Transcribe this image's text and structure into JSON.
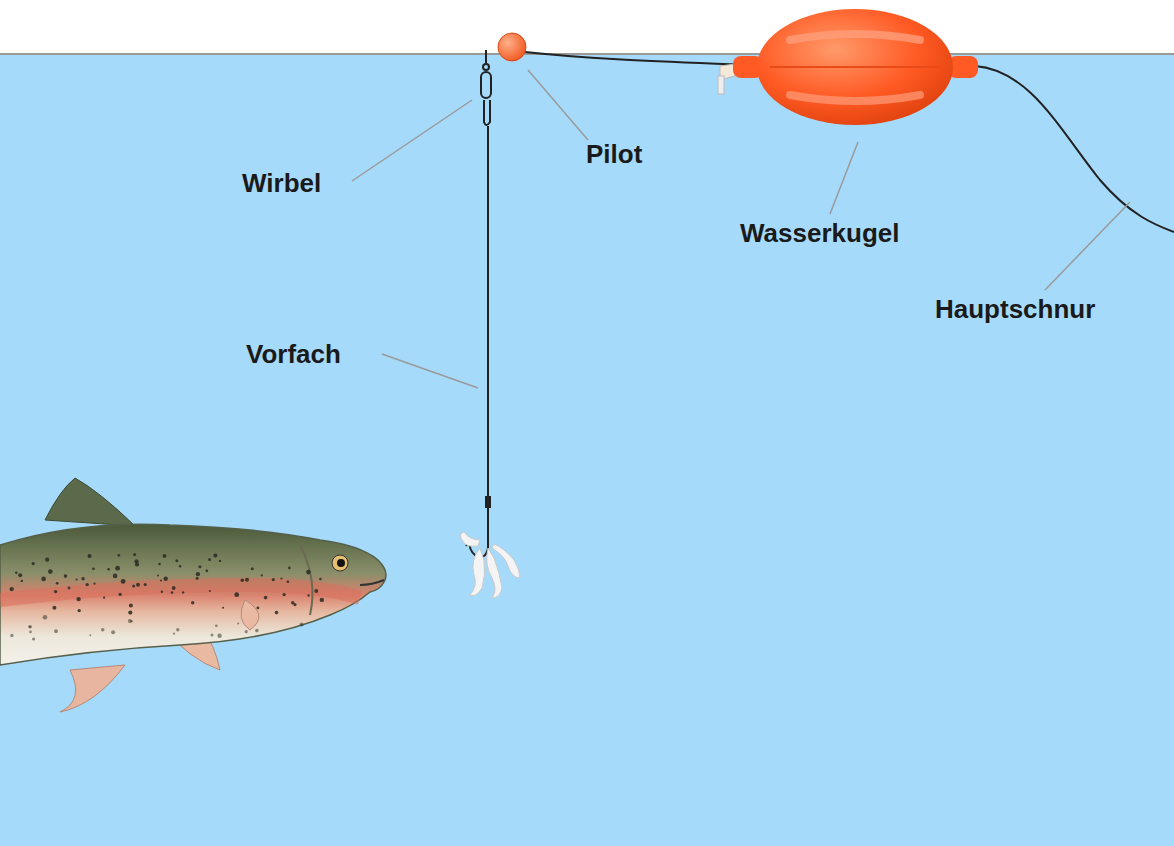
{
  "diagram": {
    "labels": [
      "Wirbel",
      "Pilot",
      "Wasserkugel",
      "Vorfach",
      "Hauptschnur"
    ]
  }
}
